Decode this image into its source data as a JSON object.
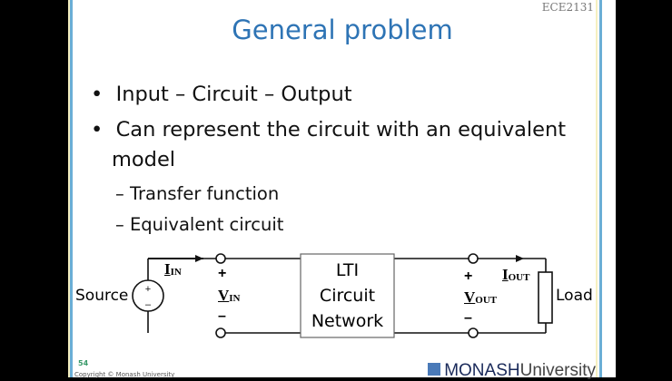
{
  "course": "ECE2131",
  "title": "General problem",
  "bullets": [
    "Input – Circuit – Output",
    "Can represent the circuit with an equivalent",
    "model"
  ],
  "sub_bullets": [
    "Transfer function",
    "Equivalent circuit"
  ],
  "bullet_marker": "•",
  "sub_marker": "–",
  "circuit": {
    "source_label": "Source",
    "load_label": "Load",
    "i_in": "I",
    "i_in_sub": "IN",
    "v_in": "V",
    "v_in_sub": "IN",
    "i_out": "I",
    "i_out_sub": "OUT",
    "v_out": "V",
    "v_out_sub": "OUT",
    "plus": "+",
    "minus": "–",
    "box_lines": [
      "LTI",
      "Circuit",
      "Network"
    ]
  },
  "footer": {
    "page": "54",
    "copyright": "Copyright © Monash University",
    "logo_main": "MONASH",
    "logo_sub": "University"
  }
}
